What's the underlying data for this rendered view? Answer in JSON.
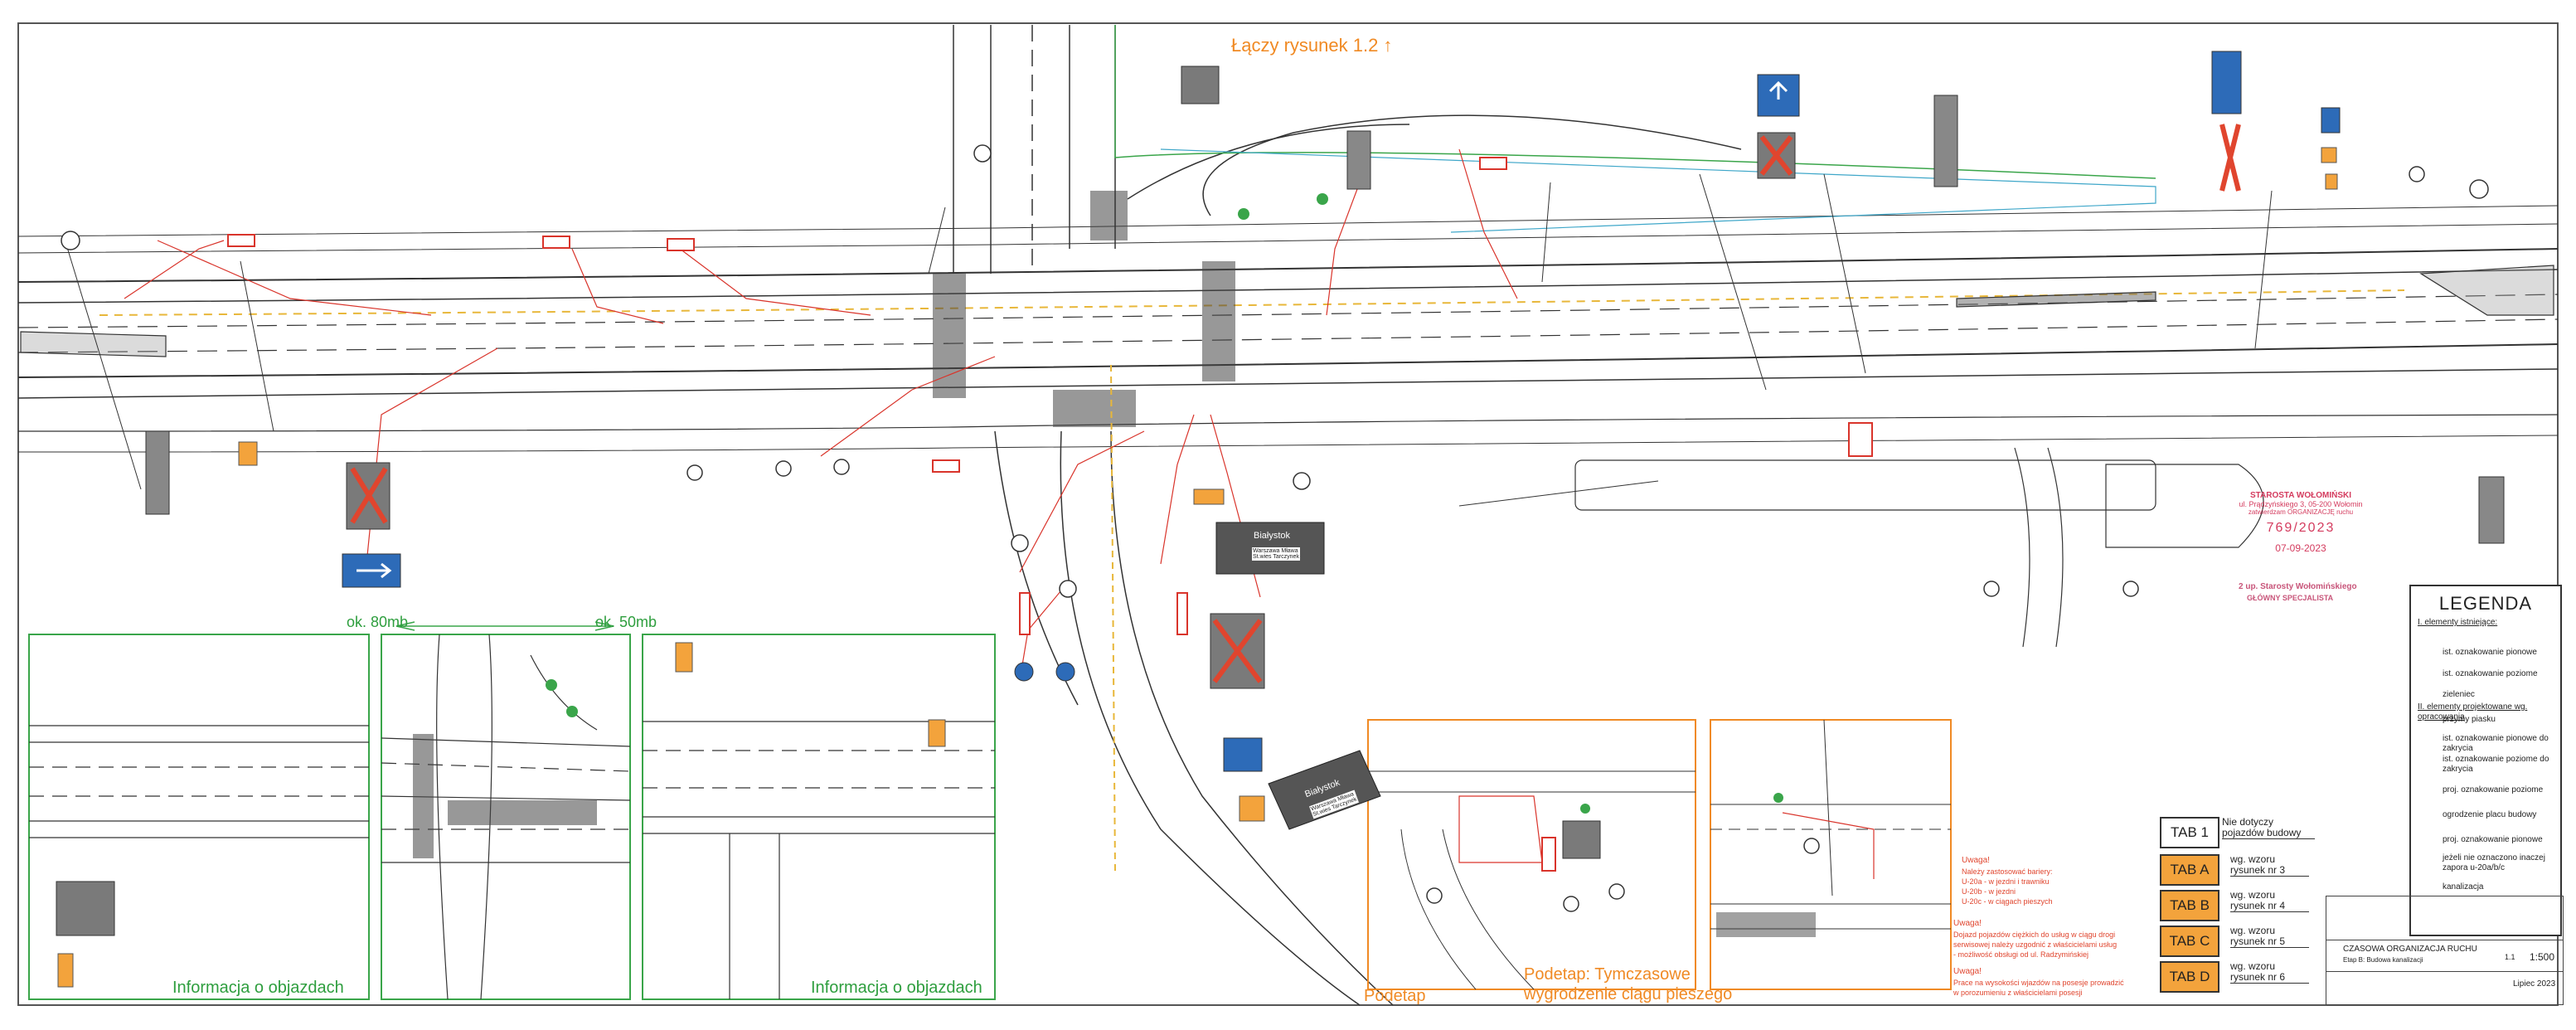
{
  "header": {
    "continuation_label": "Łączy rysunek 1.2 ↑"
  },
  "sections": {
    "dist_left": "ok. 80mb",
    "dist_right": "ok. 50mb",
    "detour_info_left": "Informacja o objazdach",
    "detour_info_right": "Informacja o objazdach",
    "podetap_1": "Podetap",
    "podetap_2_line1": "Podetap: Tymczasowe",
    "podetap_2_line2": "wygrodzenie ciągu pieszego"
  },
  "signs": {
    "direction_sign_main": "Białystok",
    "direction_sign_main_sub": "Warszawa Mława\nSt.wies Tarczynek",
    "direction_sign_lower": "Białystok",
    "direction_sign_lower_sub": "Warszawa Mława\nSt.wies Tarczynek"
  },
  "notes": {
    "uwaga1_title": "Uwaga!",
    "uwaga1_body": "Należy zastosować bariery:\nU-20a - w jezdni i trawniku\nU-20b - w jezdni\nU-20c - w ciągach pieszych",
    "uwaga2_title": "Uwaga!",
    "uwaga2_body": "Dojazd pojazdów ciężkich do usług w ciągu drogi\nserwisowej należy uzgodnić z właścicielami usług\n- możliwość obsługi od ul. Radzymińskiej",
    "uwaga3_title": "Uwaga!",
    "uwaga3_body": "Prace na wysokości wjazdów na posesje prowadzić\nw porozumieniu z właścicielami posesji"
  },
  "stamps": {
    "authority_line1": "STAROSTA WOŁOMIŃSKI",
    "authority_line2": "ul. Prądzyńskiego 3, 05-200 Wołomin",
    "authority_line3": "zatwierdzam ORGANIZACJĘ ruchu",
    "approval_number": "769/2023",
    "approval_date": "07-09-2023",
    "signature_line1": "2 up. Starosty Wołomińskiego",
    "signature_line2": "GŁÓWNY SPECJALISTA"
  },
  "tabs": [
    {
      "label": "TAB 1",
      "desc": "Nie dotyczy pojazdów budowy",
      "color": "#ffffff"
    },
    {
      "label": "TAB A",
      "desc": "wg. wzoru rysunek nr 3",
      "color": "#f3a33c"
    },
    {
      "label": "TAB B",
      "desc": "wg. wzoru rysunek nr 4",
      "color": "#f3a33c"
    },
    {
      "label": "TAB C",
      "desc": "wg. wzoru rysunek nr 5",
      "color": "#f3a33c"
    },
    {
      "label": "TAB D",
      "desc": "wg. wzoru rysunek nr 6",
      "color": "#f3a33c"
    }
  ],
  "legend": {
    "title": "LEGENDA",
    "group1": "I. elementy istniejące:",
    "item1": "ist. oznakowanie pionowe",
    "item2": "ist. oznakowanie poziome",
    "item3": "zieleniec",
    "group2": "II. elementy projektowane wg. opracowania",
    "item4": "przymy piasku",
    "item5": "ist. oznakowanie pionowe do zakrycia",
    "item6": "ist. oznakowanie poziome do zakrycia",
    "item7": "proj. oznakowanie poziome",
    "item8": "ogrodzenie placu budowy",
    "item9": "proj. oznakowanie pionowe",
    "item10": "jeżeli nie oznaczono inaczej zapora u-20a/b/c",
    "item11": "kanalizacja"
  },
  "title_block": {
    "project": "CZASOWA ORGANIZACJA RUCHU",
    "stage": "Etap B: Budowa kanalizacji",
    "scale_label": "1:500",
    "sheet": "1.1",
    "date": "Lipiec 2023"
  },
  "colors": {
    "road_line": "#333333",
    "construction_red": "#d9342b",
    "detour_green": "#3aa54a",
    "frame_orange": "#f08a24",
    "utility_cyan": "#3fa7c9",
    "stamp_pink": "#d43b5e"
  }
}
